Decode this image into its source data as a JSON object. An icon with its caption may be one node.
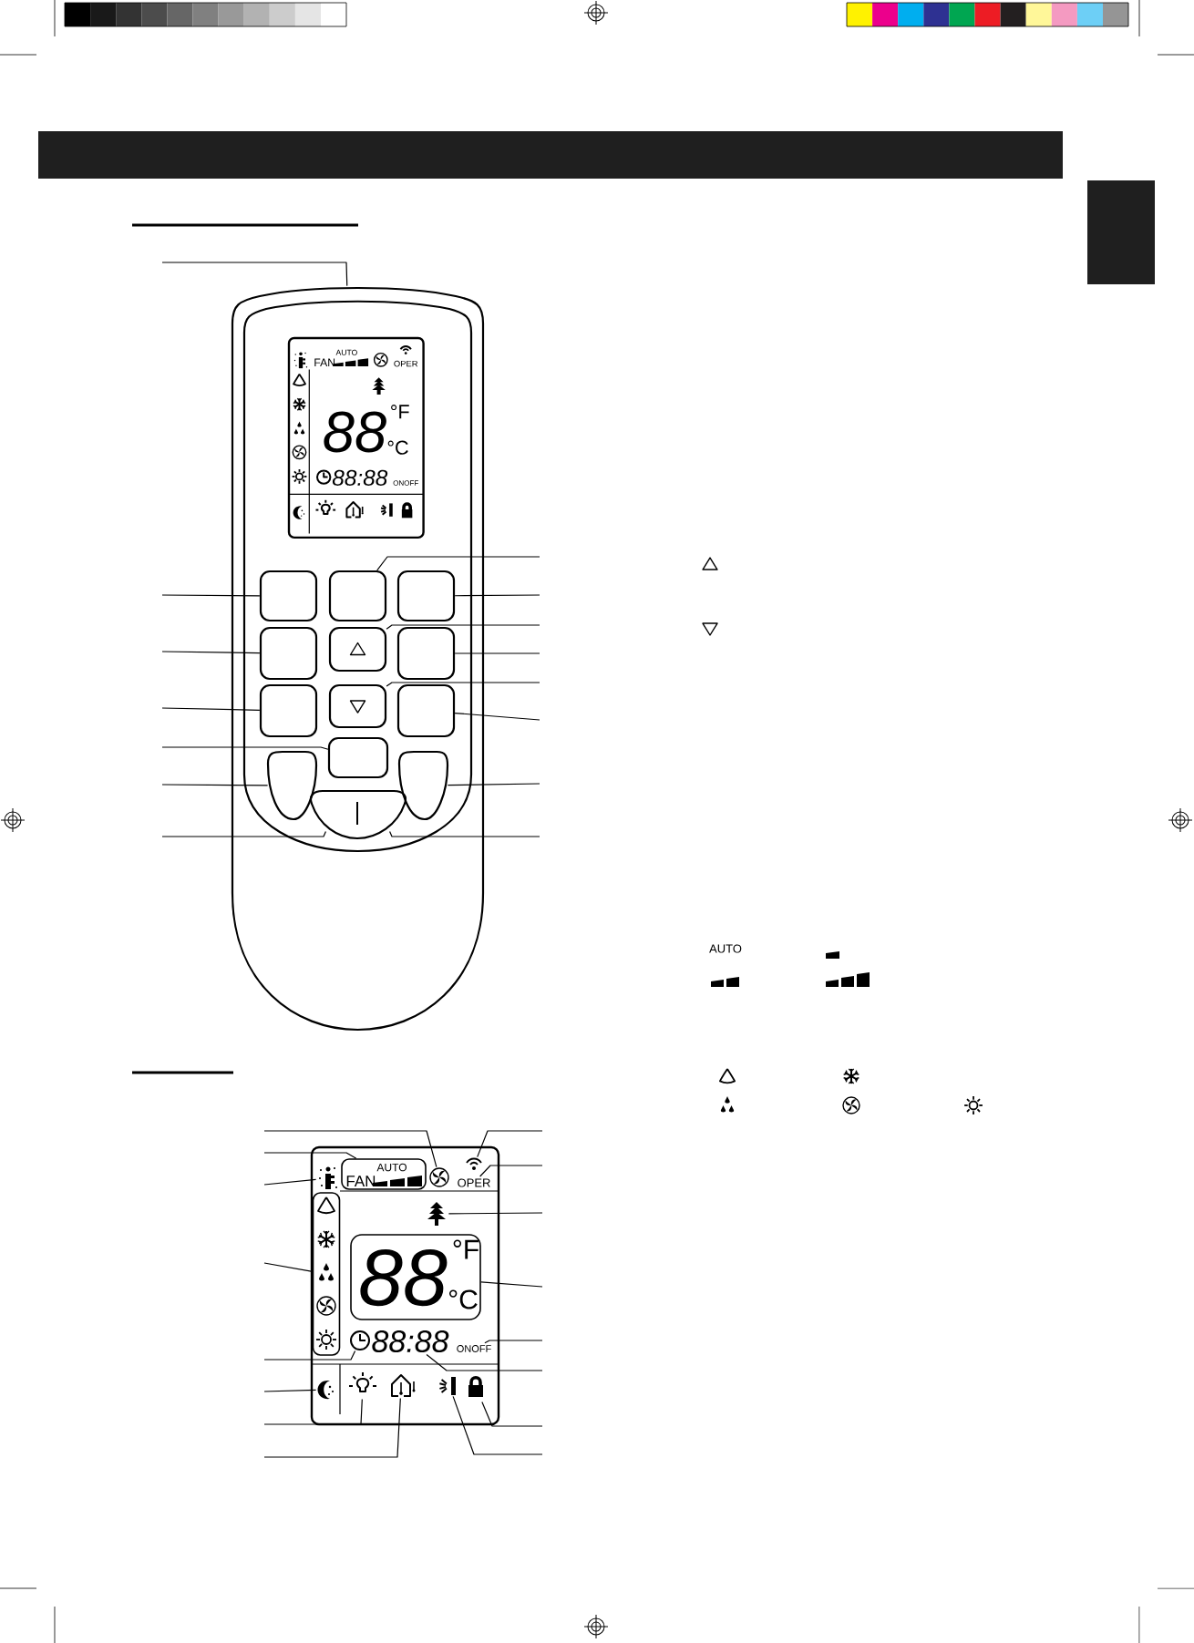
{
  "diagram": {
    "nodes": [
      {
        "text": [],
        "shape": "remote"
      },
      {
        "text": [],
        "shape": "button",
        "in": 0
      },
      {
        "text": [],
        "shape": "button",
        "in": 0
      },
      {
        "text": [],
        "shape": "button",
        "in": 0
      },
      {
        "text": [],
        "shape": "button",
        "in": 0
      },
      {
        "text": [],
        "shape": "button",
        "in": 0
      },
      {
        "text": [],
        "shape": "button",
        "in": 0
      },
      {
        "text": [],
        "shape": "button",
        "in": 0
      },
      {
        "text": [],
        "shape": "button",
        "in": 0
      },
      {
        "text": [],
        "shape": "button",
        "in": 0
      },
      {
        "text": [],
        "shape": "button",
        "in": 0
      },
      {
        "text": [],
        "shape": "button",
        "in": 0
      },
      {
        "text": [],
        "shape": "button",
        "in": 0
      },
      {
        "text": [],
        "shape": "button",
        "in": 0
      },
      {
        "text": [],
        "shape": "button",
        "in": 0
      },
      {
        "text": [],
        "shape": "person"
      },
      {
        "text": [
          "FAN",
          "AUTO"
        ]
      },
      {
        "text": [],
        "shape": "fan"
      },
      {
        "text": [],
        "shape": "signal"
      },
      {
        "text": [
          "OPER"
        ]
      },
      {
        "text": [],
        "shape": "box"
      },
      {
        "text": [],
        "shape": "tree"
      },
      {
        "text": [
          "88",
          "°F",
          "°C"
        ]
      },
      {
        "text": [],
        "shape": "clock"
      },
      {
        "text": [
          "88:88"
        ]
      },
      {
        "text": [
          "ONOFF"
        ]
      },
      {
        "text": [],
        "shape": "moon"
      },
      {
        "text": [],
        "shape": "bulb"
      },
      {
        "text": [],
        "shape": "house"
      },
      {
        "text": [],
        "shape": "bar"
      },
      {
        "text": [],
        "shape": "lock"
      }
    ],
    "edges": [
      {
        "from": null,
        "to": 0,
        "arrow": "none"
      },
      {
        "from": null,
        "to": 1,
        "arrow": "none"
      },
      {
        "from": null,
        "to": 2,
        "arrow": "none"
      },
      {
        "from": null,
        "to": 3,
        "arrow": "none"
      },
      {
        "from": null,
        "to": 4,
        "arrow": "none"
      },
      {
        "from": null,
        "to": 5,
        "arrow": "none"
      },
      {
        "from": null,
        "to": 6,
        "arrow": "none"
      },
      {
        "from": null,
        "to": 7,
        "arrow": "none"
      },
      {
        "from": null,
        "to": 8,
        "arrow": "none"
      },
      {
        "from": null,
        "to": 9,
        "arrow": "none"
      },
      {
        "from": null,
        "to": 10,
        "arrow": "none"
      },
      {
        "from": null,
        "to": 11,
        "arrow": "none"
      },
      {
        "from": null,
        "to": 12,
        "arrow": "none"
      },
      {
        "from": null,
        "to": 13,
        "arrow": "none"
      },
      {
        "from": null,
        "to": 14,
        "arrow": "none"
      },
      {
        "from": null,
        "to": 17,
        "arrow": "none"
      },
      {
        "from": null,
        "to": 16,
        "arrow": "none"
      },
      {
        "from": null,
        "to": 15,
        "arrow": "none"
      },
      {
        "from": null,
        "to": 20,
        "arrow": "none"
      },
      {
        "from": null,
        "to": 23,
        "arrow": "none"
      },
      {
        "from": null,
        "to": 26,
        "arrow": "none"
      },
      {
        "from": null,
        "to": 27,
        "arrow": "none"
      },
      {
        "from": null,
        "to": 28,
        "arrow": "none"
      },
      {
        "from": null,
        "to": 18,
        "arrow": "none"
      },
      {
        "from": null,
        "to": 19,
        "arrow": "none"
      },
      {
        "from": null,
        "to": 21,
        "arrow": "none"
      },
      {
        "from": null,
        "to": 22,
        "arrow": "none"
      },
      {
        "from": null,
        "to": 25,
        "arrow": "none"
      },
      {
        "from": null,
        "to": 24,
        "arrow": "none"
      },
      {
        "from": null,
        "to": 30,
        "arrow": "none"
      },
      {
        "from": null,
        "to": 29,
        "arrow": "none"
      }
    ],
    "labels": [
      "FAN",
      "AUTO",
      "OPER",
      "88",
      "°F",
      "°C",
      "88:88",
      "ONOFF",
      "AUTO"
    ]
  }
}
